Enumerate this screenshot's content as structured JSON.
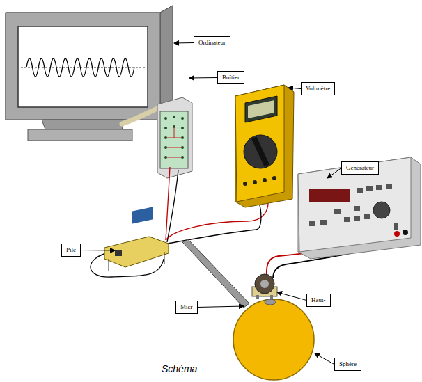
{
  "diagram": {
    "caption": "Schéma",
    "nodes": [
      {
        "text": [
          "Ordinateur"
        ]
      },
      {
        "text": [
          "Boîtier"
        ]
      },
      {
        "text": [
          "Voltmètre"
        ]
      },
      {
        "text": [
          "Générateur"
        ]
      },
      {
        "text": [
          "Pile"
        ]
      },
      {
        "text": [
          "Haut-"
        ]
      },
      {
        "text": [
          "Micr"
        ]
      },
      {
        "text": [
          "Sphère"
        ]
      }
    ]
  }
}
